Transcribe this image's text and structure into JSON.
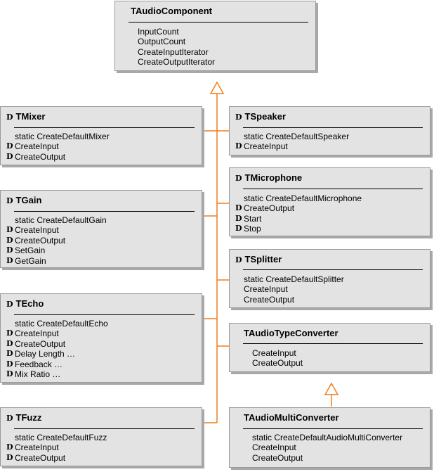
{
  "marker_glyph": "D",
  "connector_color": "#f07d1e",
  "classes": [
    {
      "id": "t-audio-component",
      "name": "TAudioComponent",
      "has_marker": false,
      "members": [
        {
          "label": "InputCount",
          "marker": false
        },
        {
          "label": "OutputCount",
          "marker": false
        },
        {
          "label": "CreateInputIterator",
          "marker": false
        },
        {
          "label": "CreateOutputIterator",
          "marker": false
        }
      ]
    },
    {
      "id": "t-mixer",
      "name": "TMixer",
      "has_marker": true,
      "members": [
        {
          "label": "static CreateDefaultMixer",
          "marker": false
        },
        {
          "label": "CreateInput",
          "marker": true
        },
        {
          "label": "CreateOutput",
          "marker": true
        }
      ]
    },
    {
      "id": "t-gain",
      "name": "TGain",
      "has_marker": true,
      "members": [
        {
          "label": "static CreateDefaultGain",
          "marker": false
        },
        {
          "label": "CreateInput",
          "marker": true
        },
        {
          "label": "CreateOutput",
          "marker": true
        },
        {
          "label": "SetGain",
          "marker": true
        },
        {
          "label": "GetGain",
          "marker": true
        }
      ]
    },
    {
      "id": "t-echo",
      "name": "TEcho",
      "has_marker": true,
      "members": [
        {
          "label": "static CreateDefaultEcho",
          "marker": false
        },
        {
          "label": "CreateInput",
          "marker": true
        },
        {
          "label": "CreateOutput",
          "marker": true
        },
        {
          "label": "Delay Length …",
          "marker": true
        },
        {
          "label": "Feedback …",
          "marker": true
        },
        {
          "label": "Mix Ratio …",
          "marker": true
        }
      ]
    },
    {
      "id": "t-fuzz",
      "name": "TFuzz",
      "has_marker": true,
      "members": [
        {
          "label": "static CreateDefaultFuzz",
          "marker": false
        },
        {
          "label": "CreateInput",
          "marker": true
        },
        {
          "label": "CreateOutput",
          "marker": true
        }
      ]
    },
    {
      "id": "t-speaker",
      "name": "TSpeaker",
      "has_marker": true,
      "members": [
        {
          "label": "static CreateDefaultSpeaker",
          "marker": false
        },
        {
          "label": "CreateInput",
          "marker": true
        }
      ]
    },
    {
      "id": "t-microphone",
      "name": "TMicrophone",
      "has_marker": true,
      "members": [
        {
          "label": "static CreateDefaultMicrophone",
          "marker": false
        },
        {
          "label": "CreateOutput",
          "marker": true
        },
        {
          "label": "Start",
          "marker": true
        },
        {
          "label": "Stop",
          "marker": true
        }
      ]
    },
    {
      "id": "t-splitter",
      "name": "TSplitter",
      "has_marker": true,
      "members": [
        {
          "label": "static CreateDefaultSplitter",
          "marker": false
        },
        {
          "label": "CreateInput",
          "marker": false
        },
        {
          "label": "CreateOutput",
          "marker": false
        }
      ]
    },
    {
      "id": "t-audio-type-converter",
      "name": "TAudioTypeConverter",
      "has_marker": false,
      "members": [
        {
          "label": "CreateInput",
          "marker": false
        },
        {
          "label": "CreateOutput",
          "marker": false
        }
      ]
    },
    {
      "id": "t-audio-multi-converter",
      "name": "TAudioMultiConverter",
      "has_marker": false,
      "members": [
        {
          "label": "static CreateDefaultAudioMultiConverter",
          "marker": false
        },
        {
          "label": "CreateInput",
          "marker": false
        },
        {
          "label": "CreateOutput",
          "marker": false
        }
      ]
    }
  ]
}
